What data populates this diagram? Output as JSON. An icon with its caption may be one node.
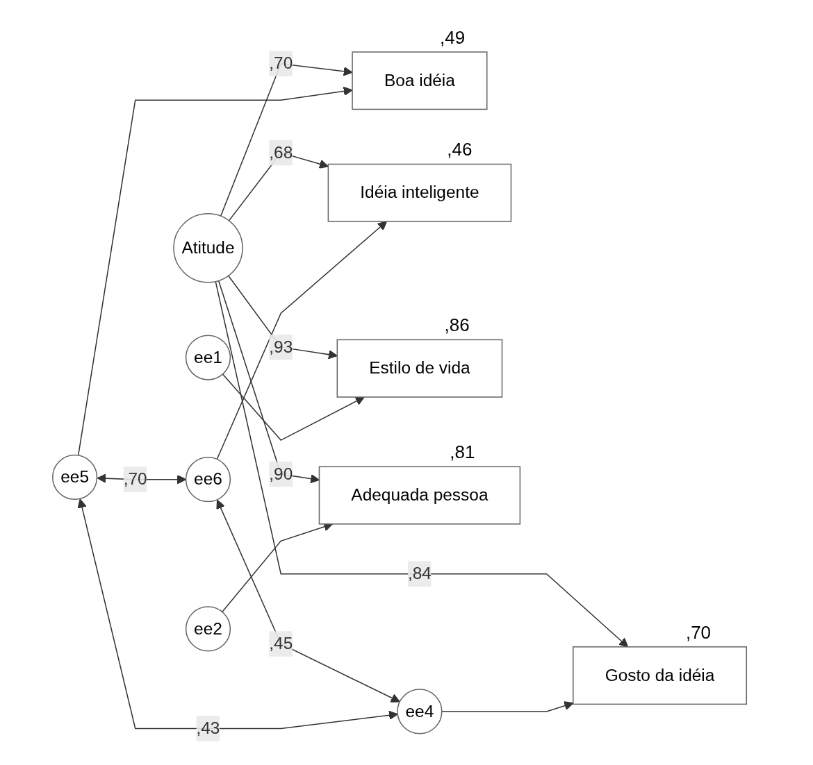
{
  "diagram": {
    "nodes": [
      {
        "text": [
          "Atitude"
        ]
      },
      {
        "text": [
          "Boa idéia"
        ],
        "beside": [
          ",49"
        ]
      },
      {
        "text": [
          "Idéia inteligente"
        ],
        "beside": [
          ",46"
        ]
      },
      {
        "text": [
          "Gosto da idéia"
        ],
        "beside": [
          ",70"
        ]
      },
      {
        "text": [
          "Estilo de vida"
        ],
        "beside": [
          ",86"
        ]
      },
      {
        "text": [
          "Adequada pessoa"
        ],
        "beside": [
          ",81"
        ]
      },
      {
        "text": [
          "ee5"
        ]
      },
      {
        "text": [
          "ee6"
        ]
      },
      {
        "text": [
          "ee4"
        ]
      },
      {
        "text": [
          "ee1"
        ]
      },
      {
        "text": [
          "ee2"
        ]
      }
    ],
    "edges": [
      {
        "from": 0,
        "to": 1,
        "arrow": "to",
        "label": ",70"
      },
      {
        "from": 0,
        "to": 2,
        "arrow": "to",
        "label": ",68"
      },
      {
        "from": 0,
        "to": 3,
        "arrow": "to",
        "label": ",84"
      },
      {
        "from": 0,
        "to": 4,
        "arrow": "to",
        "label": ",93"
      },
      {
        "from": 0,
        "to": 5,
        "arrow": "to",
        "label": ",90"
      },
      {
        "from": 6,
        "to": 1,
        "arrow": "to"
      },
      {
        "from": 7,
        "to": 2,
        "arrow": "to"
      },
      {
        "from": 8,
        "to": 3,
        "arrow": "to"
      },
      {
        "from": 9,
        "to": 4,
        "arrow": "to"
      },
      {
        "from": 10,
        "to": 5,
        "arrow": "to"
      },
      {
        "from": 6,
        "to": 7,
        "arrow": "both",
        "label": ",70"
      },
      {
        "from": 7,
        "to": 8,
        "arrow": "both",
        "label": ",45"
      },
      {
        "from": 6,
        "to": 8,
        "arrow": "both",
        "label": ",43"
      }
    ]
  }
}
